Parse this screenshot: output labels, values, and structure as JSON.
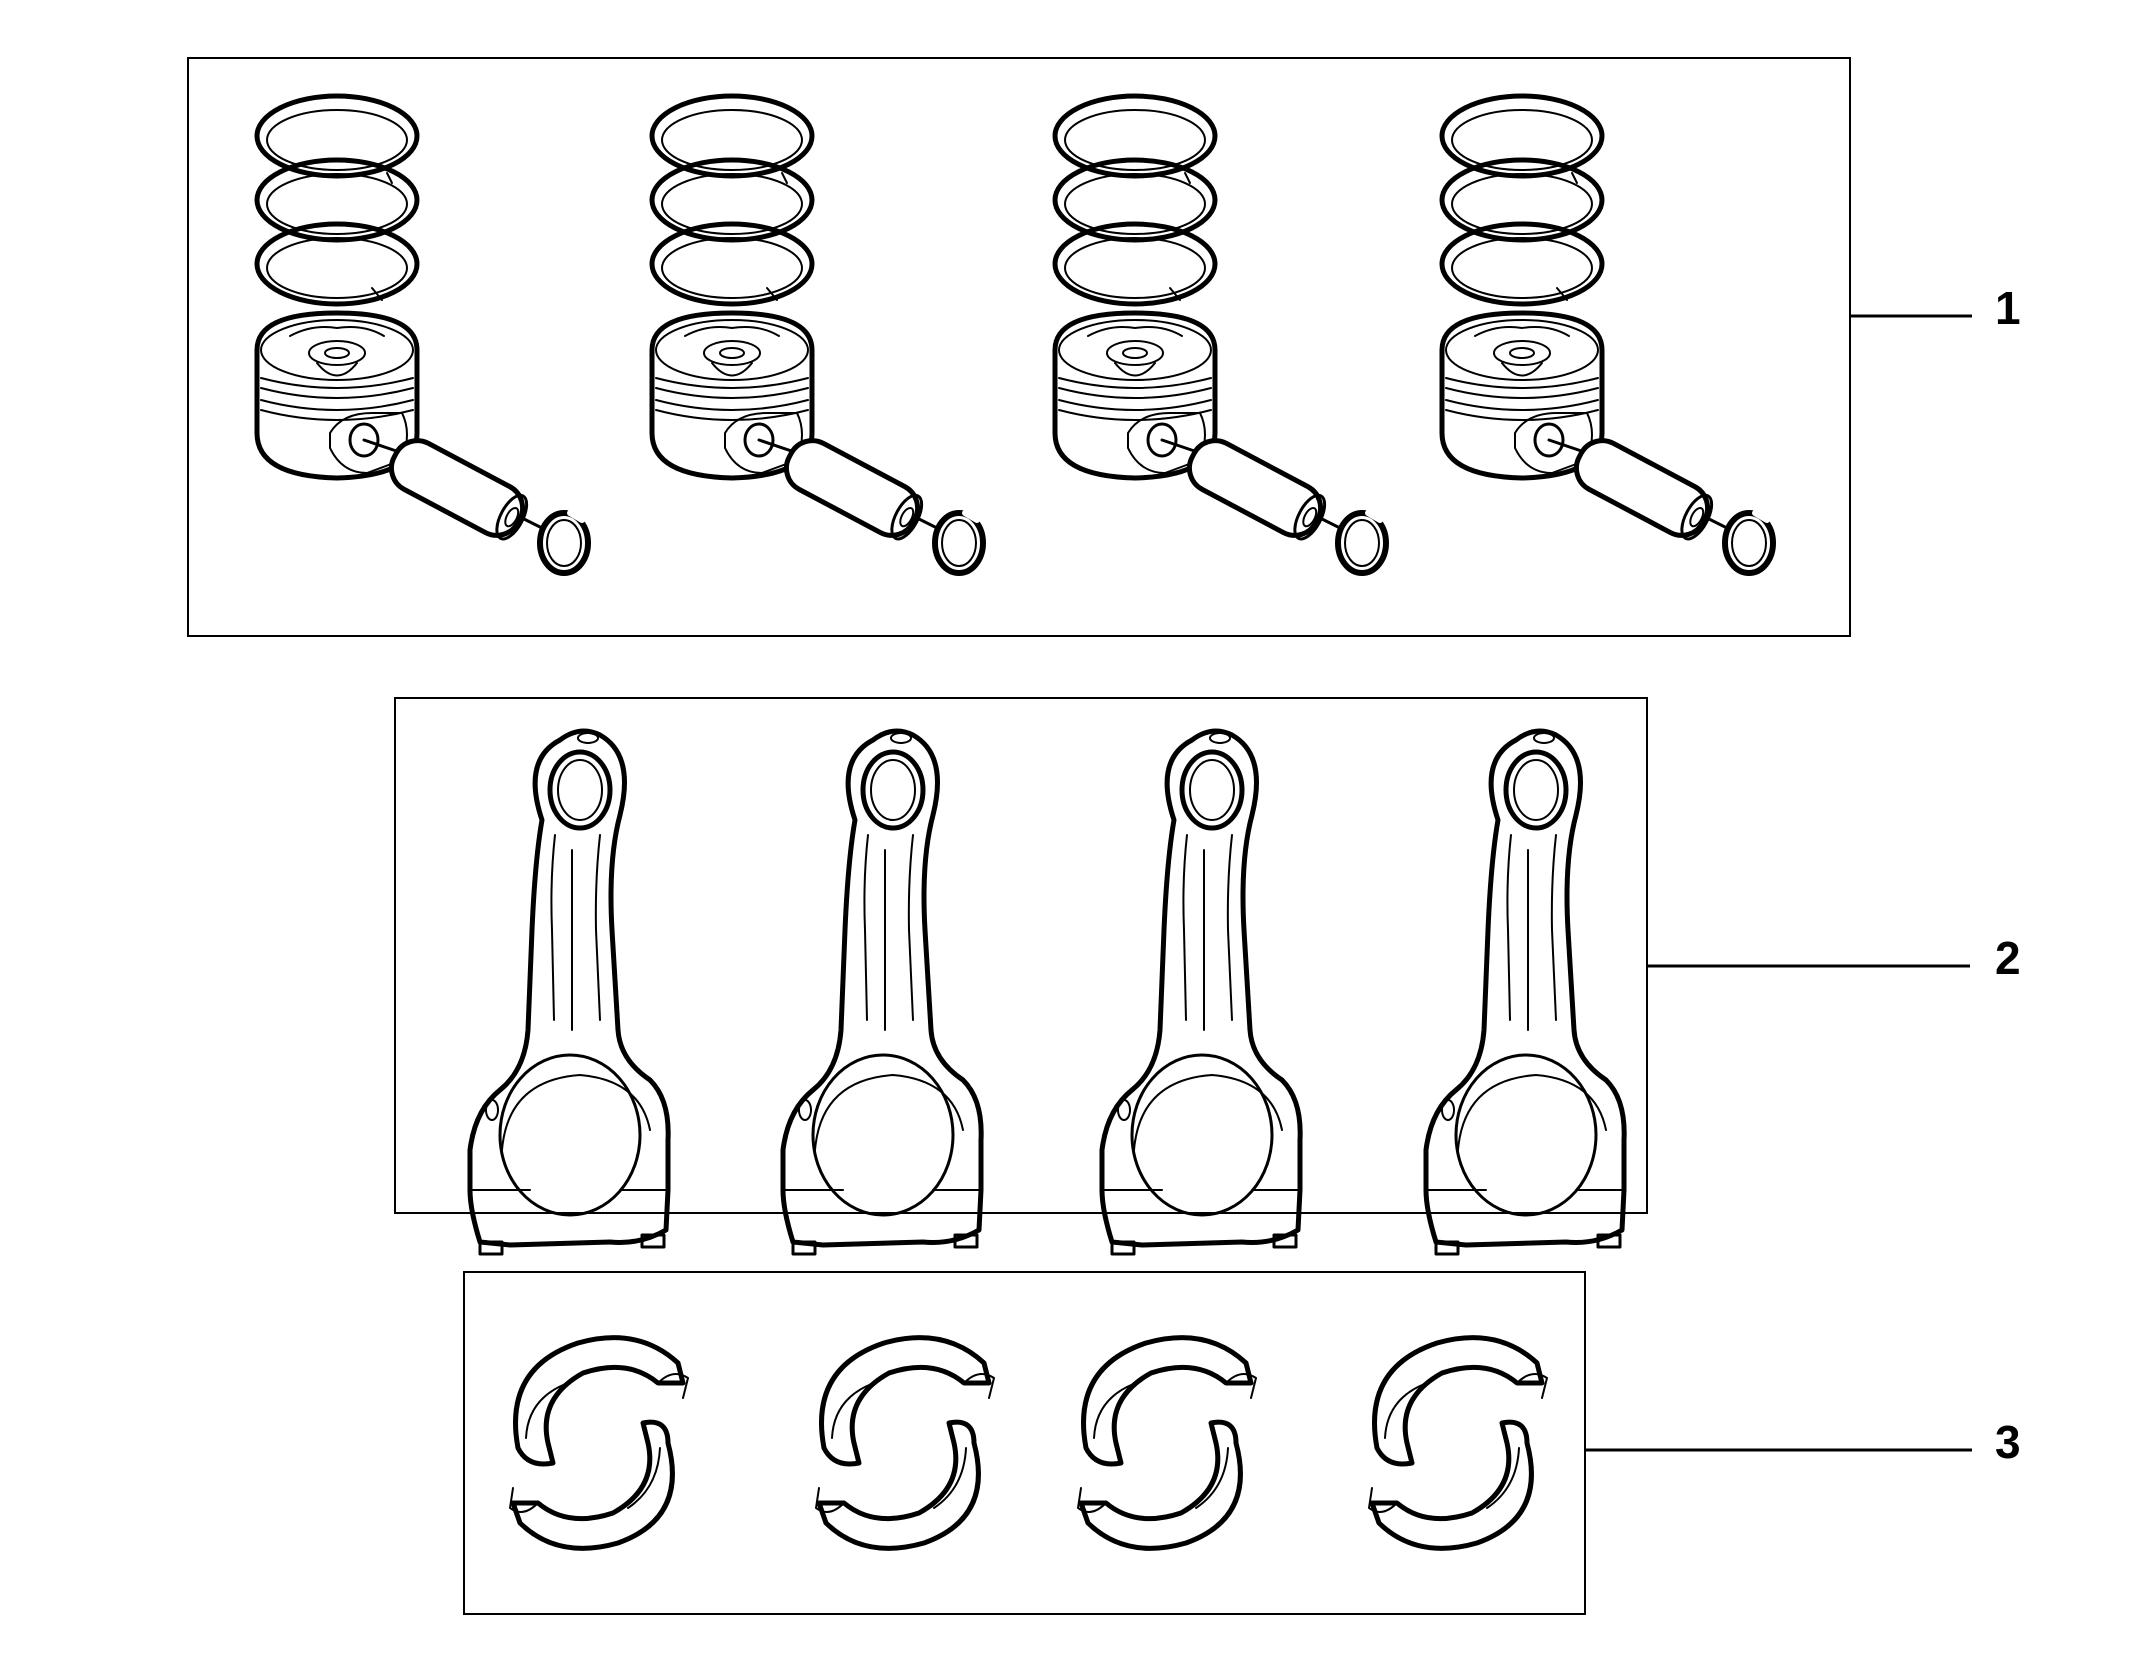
{
  "diagram": {
    "colors": {
      "line": "#000000",
      "background": "#ffffff"
    },
    "groups": [
      {
        "callout": "1",
        "part_icon": "piston-assembly-icon",
        "count": 4
      },
      {
        "callout": "2",
        "part_icon": "connecting-rod-icon",
        "count": 4
      },
      {
        "callout": "3",
        "part_icon": "bearing-shell-icon",
        "count": 4
      }
    ]
  }
}
